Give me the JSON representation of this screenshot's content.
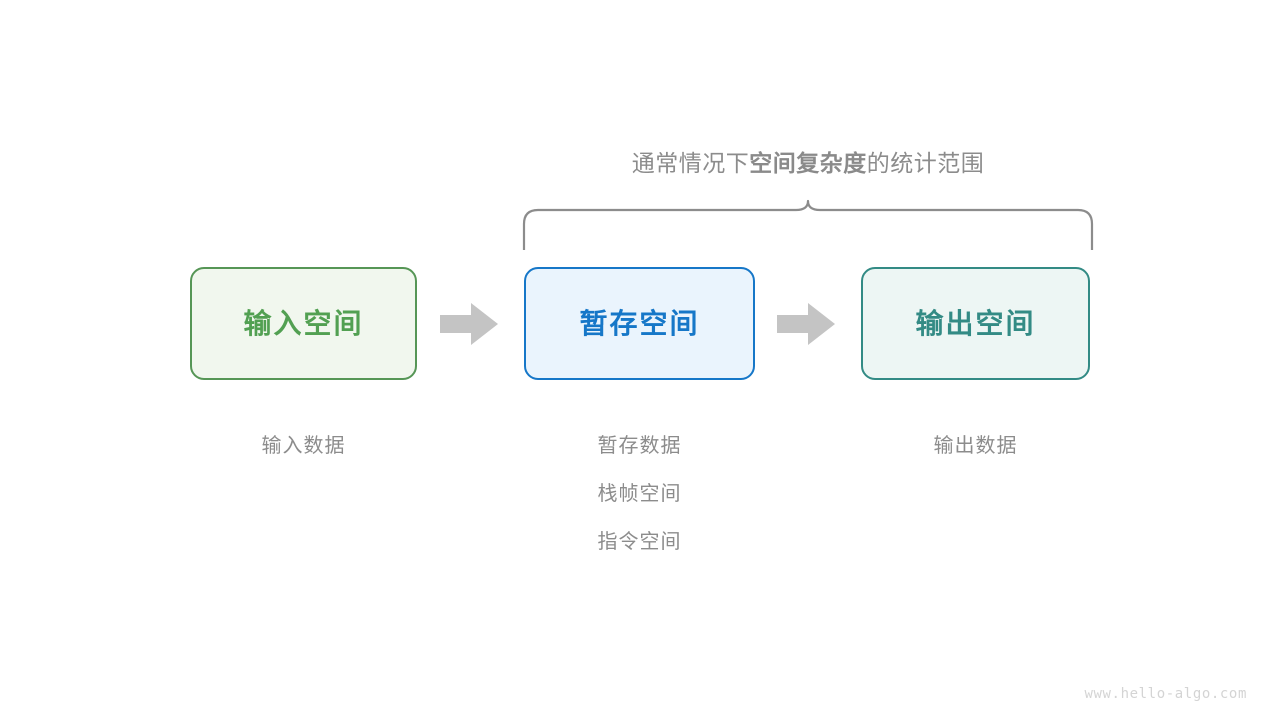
{
  "figure": {
    "background_color": "#ffffff",
    "caption": {
      "prefix": "通常情况下",
      "emphasis": "空间复杂度",
      "suffix": "的统计范围",
      "color": "#8c8c8c"
    },
    "brace": {
      "name": "curly-brace",
      "color": "#8c8c8c",
      "spans": [
        "暂存空间",
        "输出空间"
      ]
    },
    "boxes": [
      {
        "id": "input",
        "label": "输入空间",
        "border_color": "#569656",
        "fill_color": "#f1f7ee",
        "text_color": "#52a052"
      },
      {
        "id": "temp",
        "label": "暂存空间",
        "border_color": "#1677c8",
        "fill_color": "#eaf4fd",
        "text_color": "#1677c8"
      },
      {
        "id": "output",
        "label": "输出空间",
        "border_color": "#338b85",
        "fill_color": "#edf6f4",
        "text_color": "#338b85"
      }
    ],
    "arrows": [
      {
        "id": "arrow-input-to-temp",
        "color": "#c4c4c4",
        "direction": "right"
      },
      {
        "id": "arrow-temp-to-output",
        "color": "#c4c4c4",
        "direction": "right"
      }
    ],
    "columns": [
      {
        "id": "input",
        "items": [
          "输入数据"
        ]
      },
      {
        "id": "temp",
        "items": [
          "暂存数据",
          "栈帧空间",
          "指令空间"
        ]
      },
      {
        "id": "output",
        "items": [
          "输出数据"
        ]
      }
    ],
    "watermark": "www.hello-algo.com"
  }
}
